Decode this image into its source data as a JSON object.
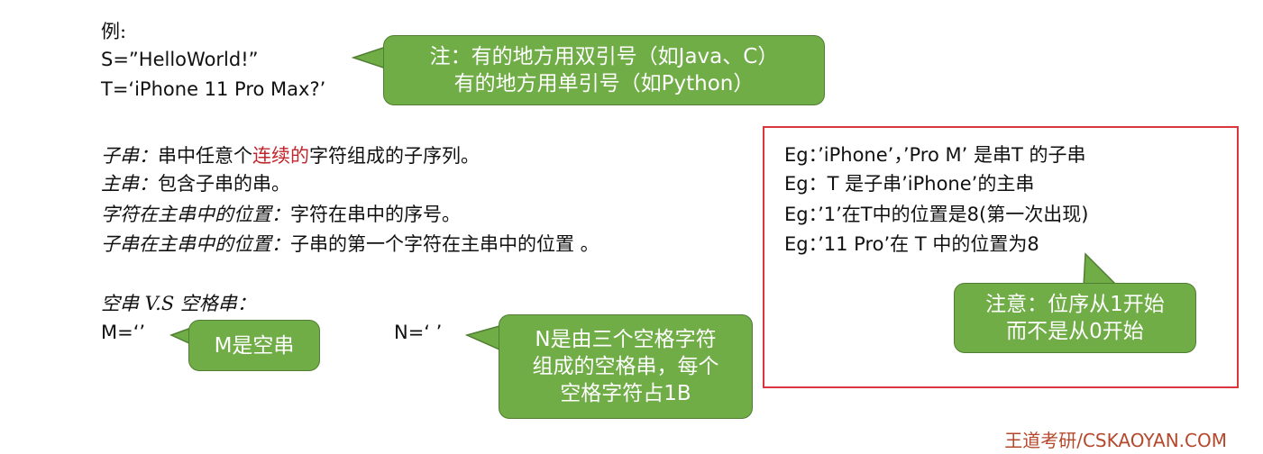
{
  "example": {
    "label": "例:",
    "s_line": "S=”HelloWorld!”",
    "t_line": "T=‘iPhone 11 Pro Max?’"
  },
  "callout_quotes": {
    "line1": "注：有的地方用双引号（如Java、C）",
    "line2": "有的地方用单引号（如Python）"
  },
  "definitions": {
    "substring_term": "子串：",
    "substring_pre": "串中任意个",
    "substring_highlight": "连续的",
    "substring_post": "字符组成的子序列。",
    "main_term": "主串：",
    "main_desc": "包含子串的串。",
    "charpos_term": "字符在主串中的位置：",
    "charpos_desc": "字符在串中的序号。",
    "subpos_term": "子串在主串中的位置：",
    "subpos_desc": "子串的第一个字符在主串中的位置 。"
  },
  "empty_vs_space": {
    "heading": "空串 V.S 空格串：",
    "m_line": "M=‘’",
    "n_line": "N=‘   ’",
    "m_callout": "M是空串",
    "n_callout": [
      "N是由三个空格字符",
      "组成的空格串，每个",
      "空格字符占1B"
    ]
  },
  "eg_box": {
    "lines": [
      "Eg：’iPhone’，’Pro M’ 是串T 的子串",
      "Eg：T 是子串’iPhone’的主串",
      "Eg：’1’在T中的位置是8(第一次出现)",
      "Eg：’11 Pro’在 T 中的位置为8"
    ],
    "note": [
      "注意：位序从1开始",
      "而不是从0开始"
    ]
  },
  "footer": "王道考研/CSKAOYAN.COM",
  "colors": {
    "callout_green": "#70ad47",
    "callout_border": "#507e32",
    "highlight_red": "#c0272d",
    "box_red": "#d9363e",
    "footer_brown": "#b5482c"
  }
}
